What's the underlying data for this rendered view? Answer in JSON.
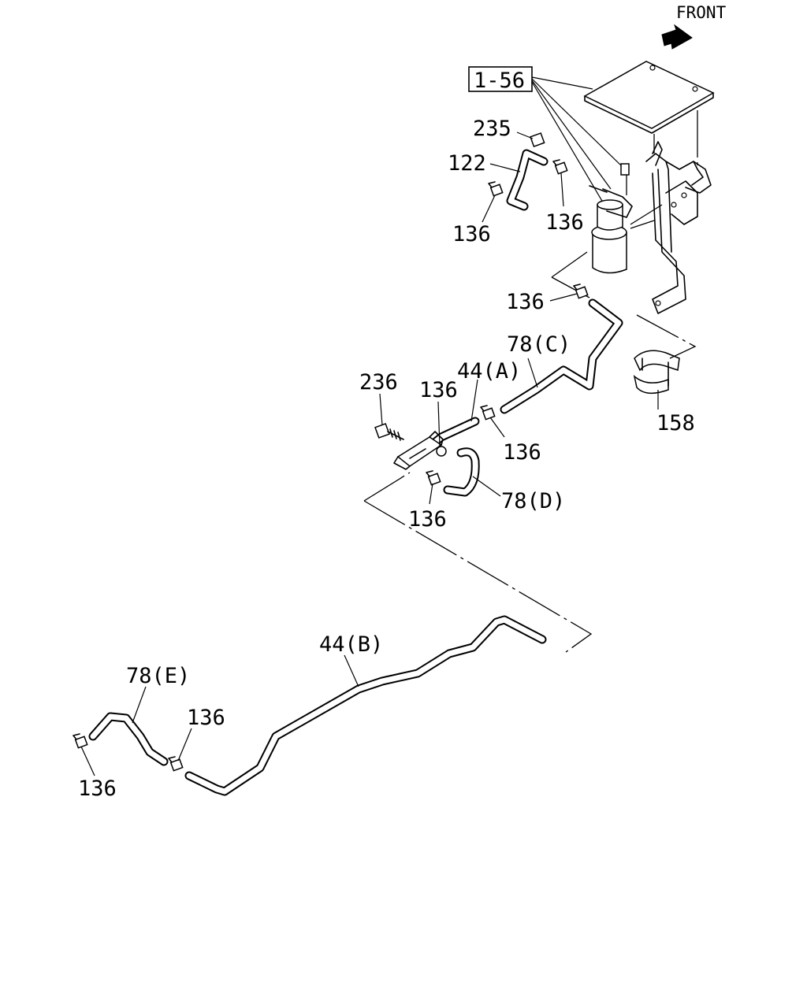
{
  "diagram": {
    "front_label": "FRONT",
    "assembly_ref": "1-56",
    "callouts": {
      "c235": "235",
      "c122": "122",
      "c136_a": "136",
      "c136_b": "136",
      "c136_c": "136",
      "c78c": "78(C)",
      "c44a": "44(A)",
      "c236": "236",
      "c136_d": "136",
      "c136_e": "136",
      "c158": "158",
      "c136_f": "136",
      "c78d": "78(D)",
      "c44b": "44(B)",
      "c78e": "78(E)",
      "c136_g": "136",
      "c136_h": "136"
    }
  }
}
